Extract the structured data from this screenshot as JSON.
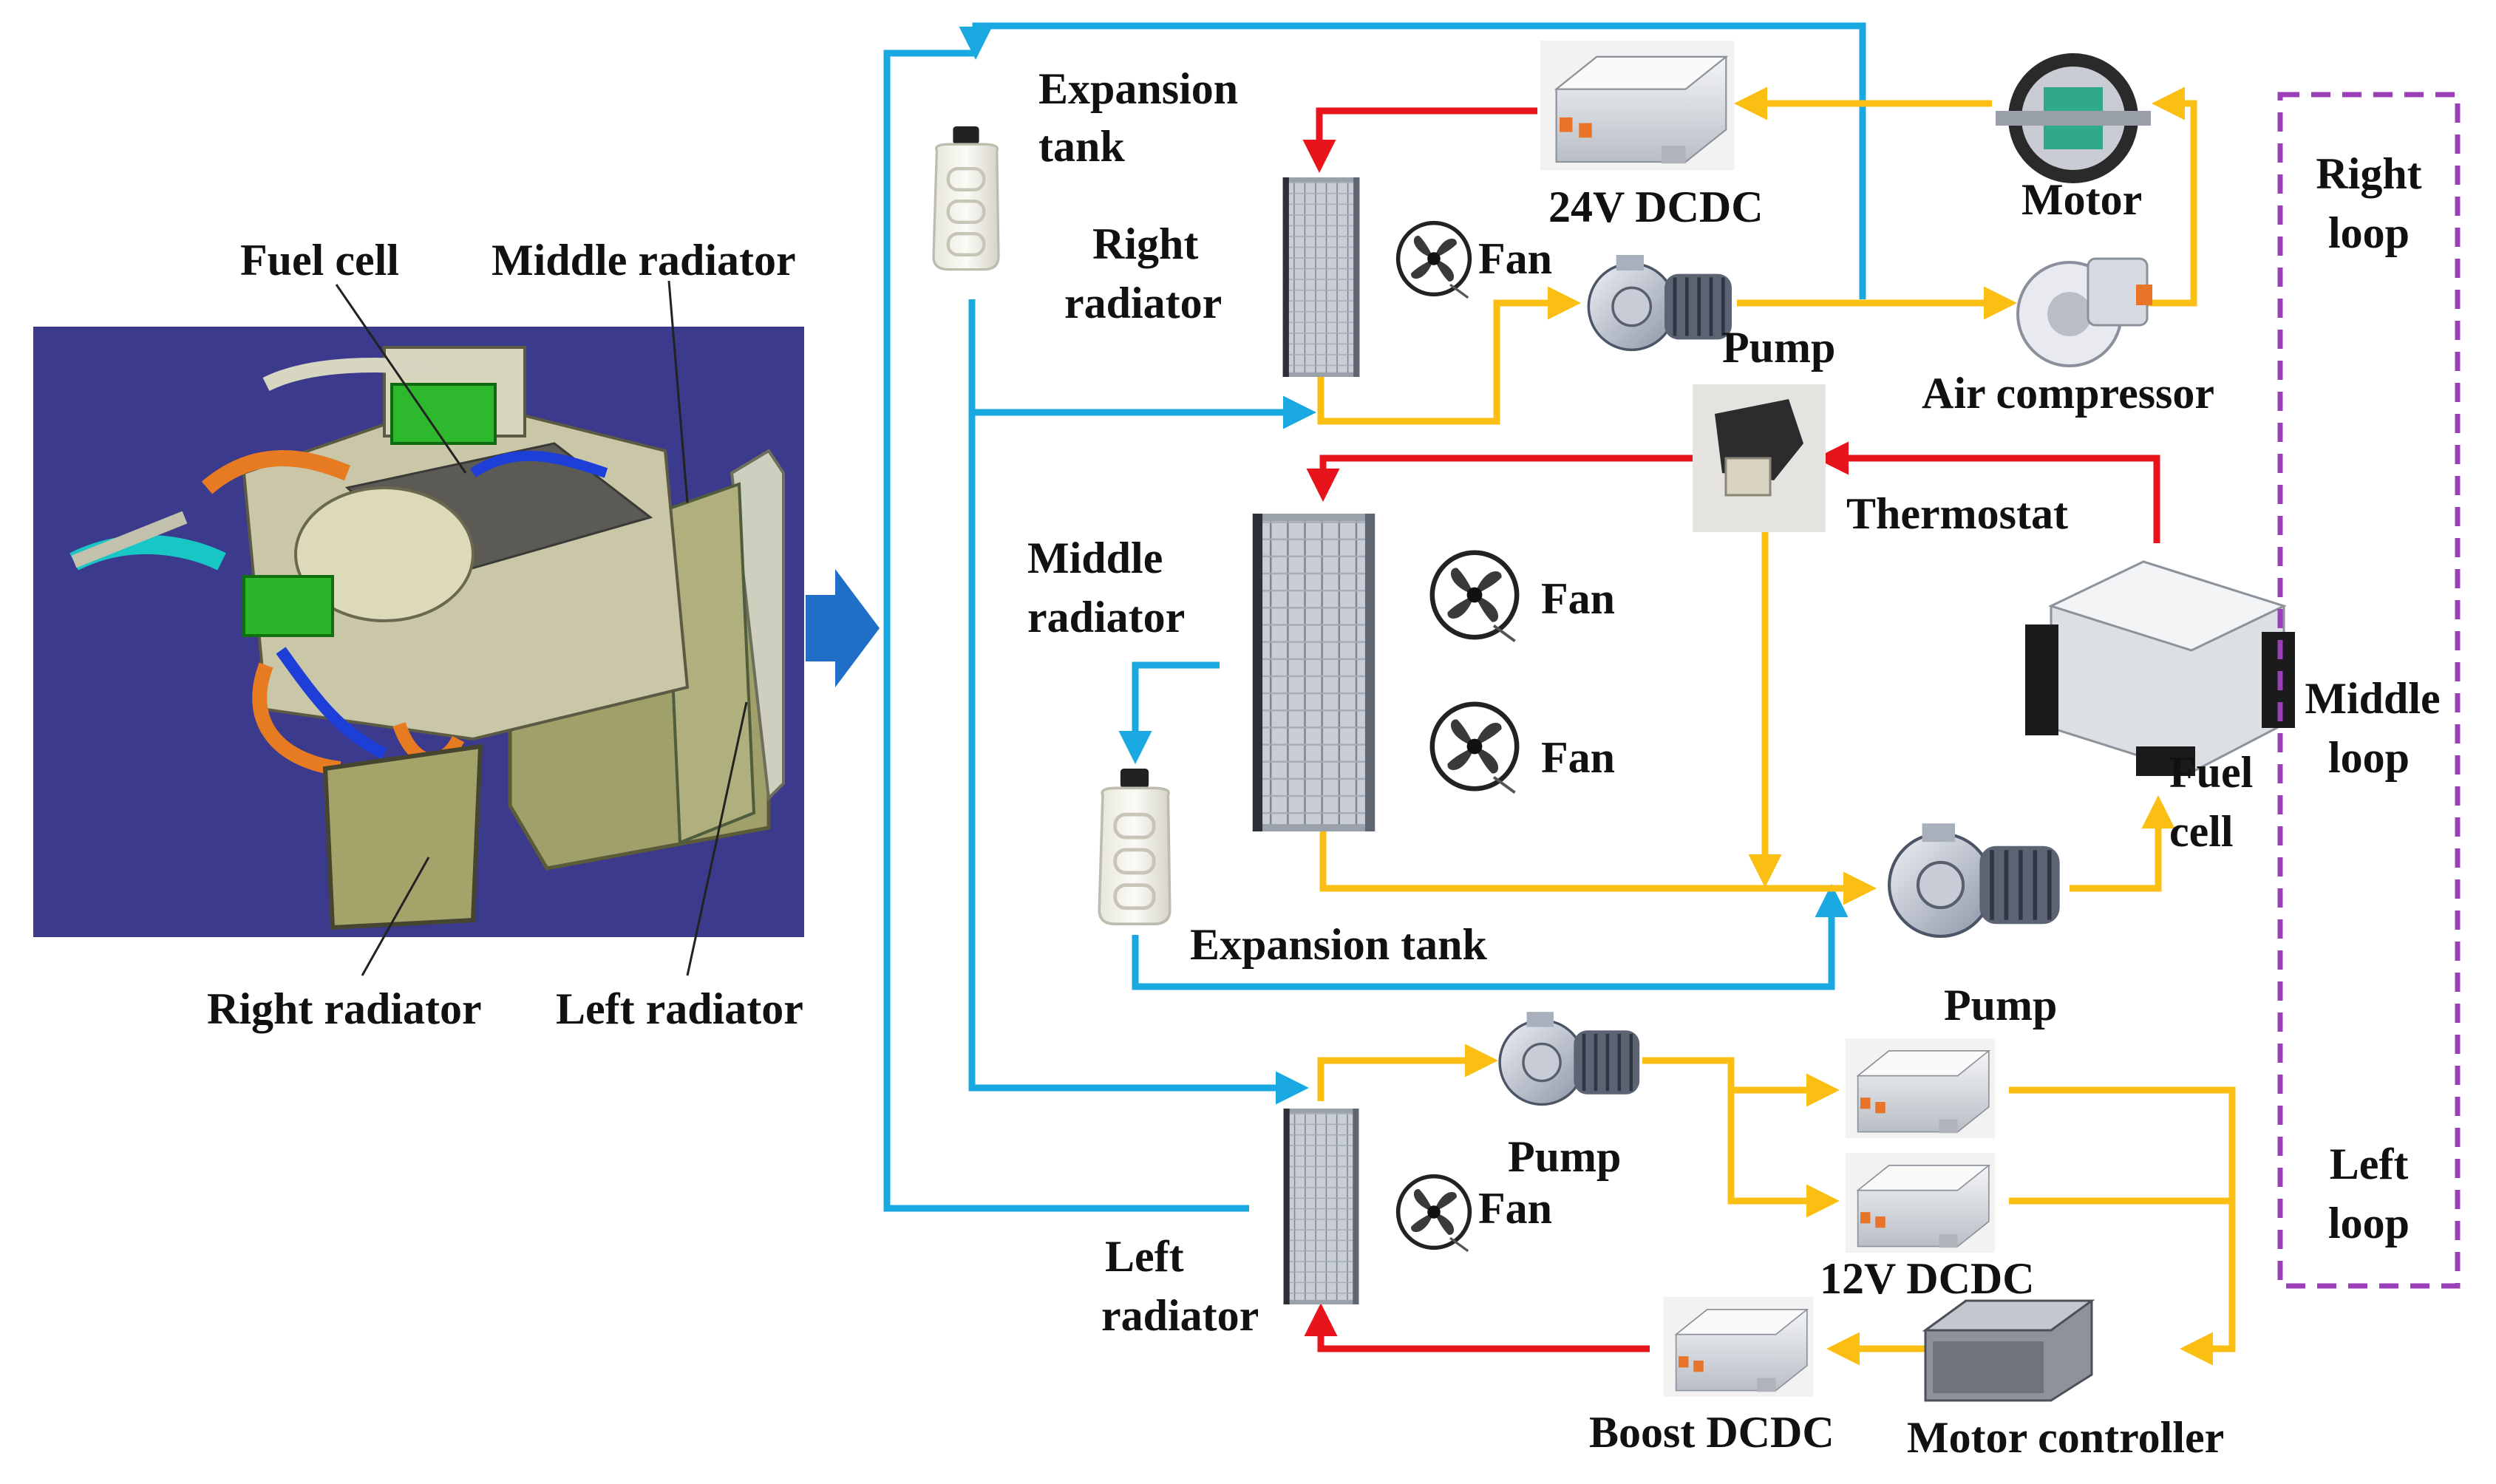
{
  "colors": {
    "blue": "#1aa8e0",
    "red": "#e8141b",
    "yellow": "#fbbf14",
    "purple": "#9b3fb8",
    "cad_bg": "#3b3a8c",
    "big_arrow": "#1f6fc9"
  },
  "left_panel": {
    "labels": {
      "fuel_cell": "Fuel cell",
      "middle_radiator": "Middle radiator",
      "right_radiator": "Right radiator",
      "left_radiator": "Left radiator"
    }
  },
  "components": {
    "expansion_tank_top": [
      "Expansion",
      "tank"
    ],
    "dcdc_24v": "24V DCDC",
    "motor": "Motor",
    "right_radiator": [
      "Right",
      "radiator"
    ],
    "fan_right": "Fan",
    "pump_right": "Pump",
    "air_compressor": "Air compressor",
    "thermostat": "Thermostat",
    "middle_radiator": [
      "Middle",
      "radiator"
    ],
    "fan_mid_1": "Fan",
    "fan_mid_2": "Fan",
    "fuel_cell": [
      "Fuel",
      "cell"
    ],
    "expansion_tank_mid": "Expansion tank",
    "pump_mid": "Pump",
    "pump_left": "Pump",
    "fan_left": "Fan",
    "dcdc_12v": "12V DCDC",
    "left_radiator": [
      "Left",
      "radiator"
    ],
    "boost_dcdc": "Boost DCDC",
    "motor_controller": "Motor controller"
  },
  "legend": {
    "right_loop": [
      "Right",
      "loop"
    ],
    "middle_loop": [
      "Middle",
      "loop"
    ],
    "left_loop": [
      "Left",
      "loop"
    ]
  }
}
